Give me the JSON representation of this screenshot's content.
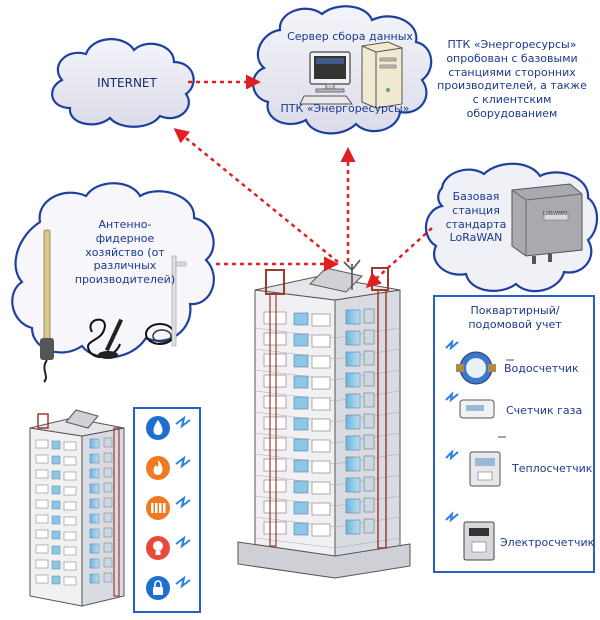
{
  "internet": {
    "label": "INTERNET"
  },
  "server": {
    "title": "Сервер сбора данных",
    "caption": "ПТК «Энергоресурсы»"
  },
  "note": {
    "lines": [
      "ПТК «Энергоресурсы»",
      "опробован с базовыми",
      "станциями сторонних",
      "производителей, а также",
      "с клиентским",
      "оборудованием"
    ]
  },
  "antenna": {
    "lines": [
      "Антенно-",
      "фидерное",
      "хозяйство (от",
      "различных",
      "производителей)"
    ]
  },
  "base_station": {
    "lines": [
      "Базовая",
      "станция",
      "стандарта",
      "LoRaWAN"
    ],
    "device_label": "LoRaWAN"
  },
  "metering": {
    "title_lines": [
      "Поквартирный/",
      "подомовой учет"
    ],
    "meters": [
      {
        "label": "Водосчетчик",
        "icon": "water-meter-icon"
      },
      {
        "label": "Счетчик газа",
        "icon": "gas-meter-icon"
      },
      {
        "label": "Теплосчетчик",
        "icon": "heat-meter-icon"
      },
      {
        "label": "Электросчетчик",
        "icon": "electric-meter-icon"
      }
    ]
  },
  "resource_icons": [
    {
      "icon": "water-drop-icon",
      "color": "#1e6fd0"
    },
    {
      "icon": "flame-icon",
      "color": "#f07a22"
    },
    {
      "icon": "radiator-icon",
      "color": "#f07a22"
    },
    {
      "icon": "lightbulb-icon",
      "color": "#e84a3a"
    },
    {
      "icon": "padlock-icon",
      "color": "#1e6fd0"
    }
  ],
  "colors": {
    "link": "#e02020",
    "cloud_fill": "#e9e9f3",
    "cloud_stroke": "#2040a0",
    "text": "#1a3a8c",
    "glass": "#8cc8e6"
  }
}
